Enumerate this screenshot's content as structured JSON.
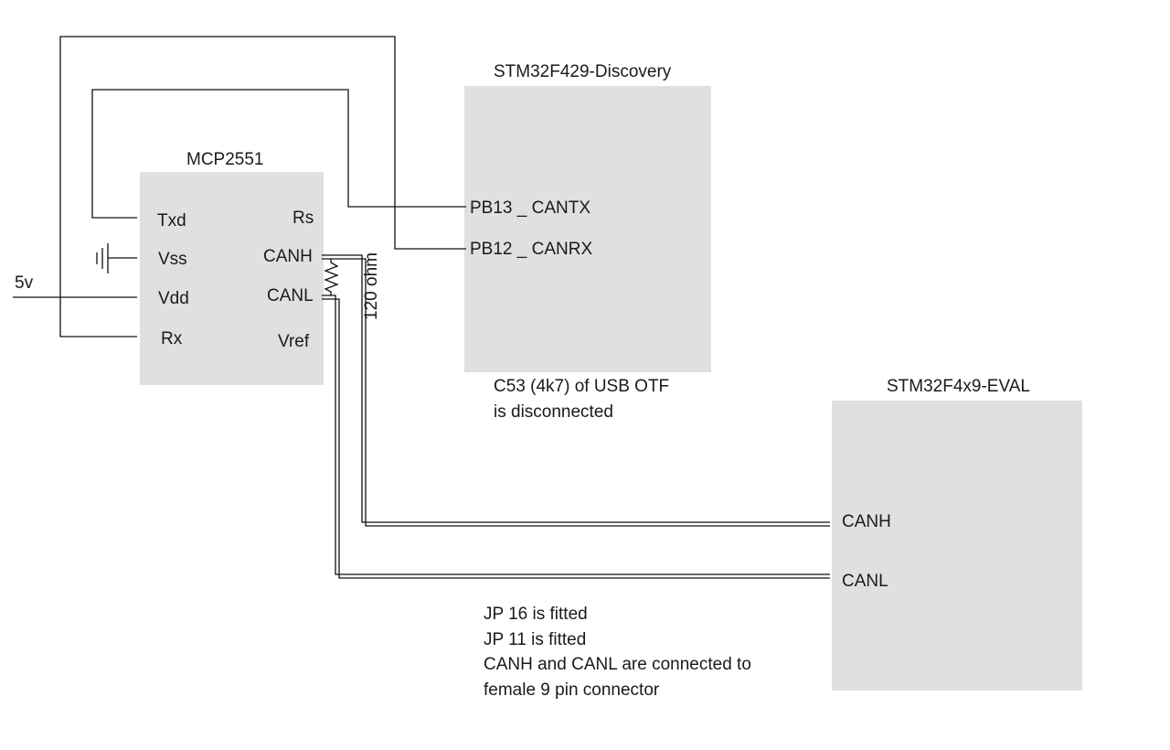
{
  "mcp": {
    "title": "MCP2551",
    "left_pins": [
      "Txd",
      "Vss",
      "Vdd",
      "Rx"
    ],
    "right_pins": [
      "Rs",
      "CANH",
      "CANL",
      "Vref"
    ]
  },
  "discovery": {
    "title": "STM32F429-Discovery",
    "pins": [
      "PB13 _ CANTX",
      "PB12 _ CANRX"
    ],
    "note": [
      "C53 (4k7) of USB OTF",
      "is disconnected"
    ]
  },
  "eval": {
    "title": "STM32F4x9-EVAL",
    "pins": [
      "CANH",
      "CANL"
    ]
  },
  "supply_label": "5v",
  "resistor_label": "120 ohm",
  "bottom_note": [
    "JP 16 is fitted",
    "JP 11 is fitted",
    "CANH and CANL are connected to",
    "female 9 pin connector"
  ]
}
